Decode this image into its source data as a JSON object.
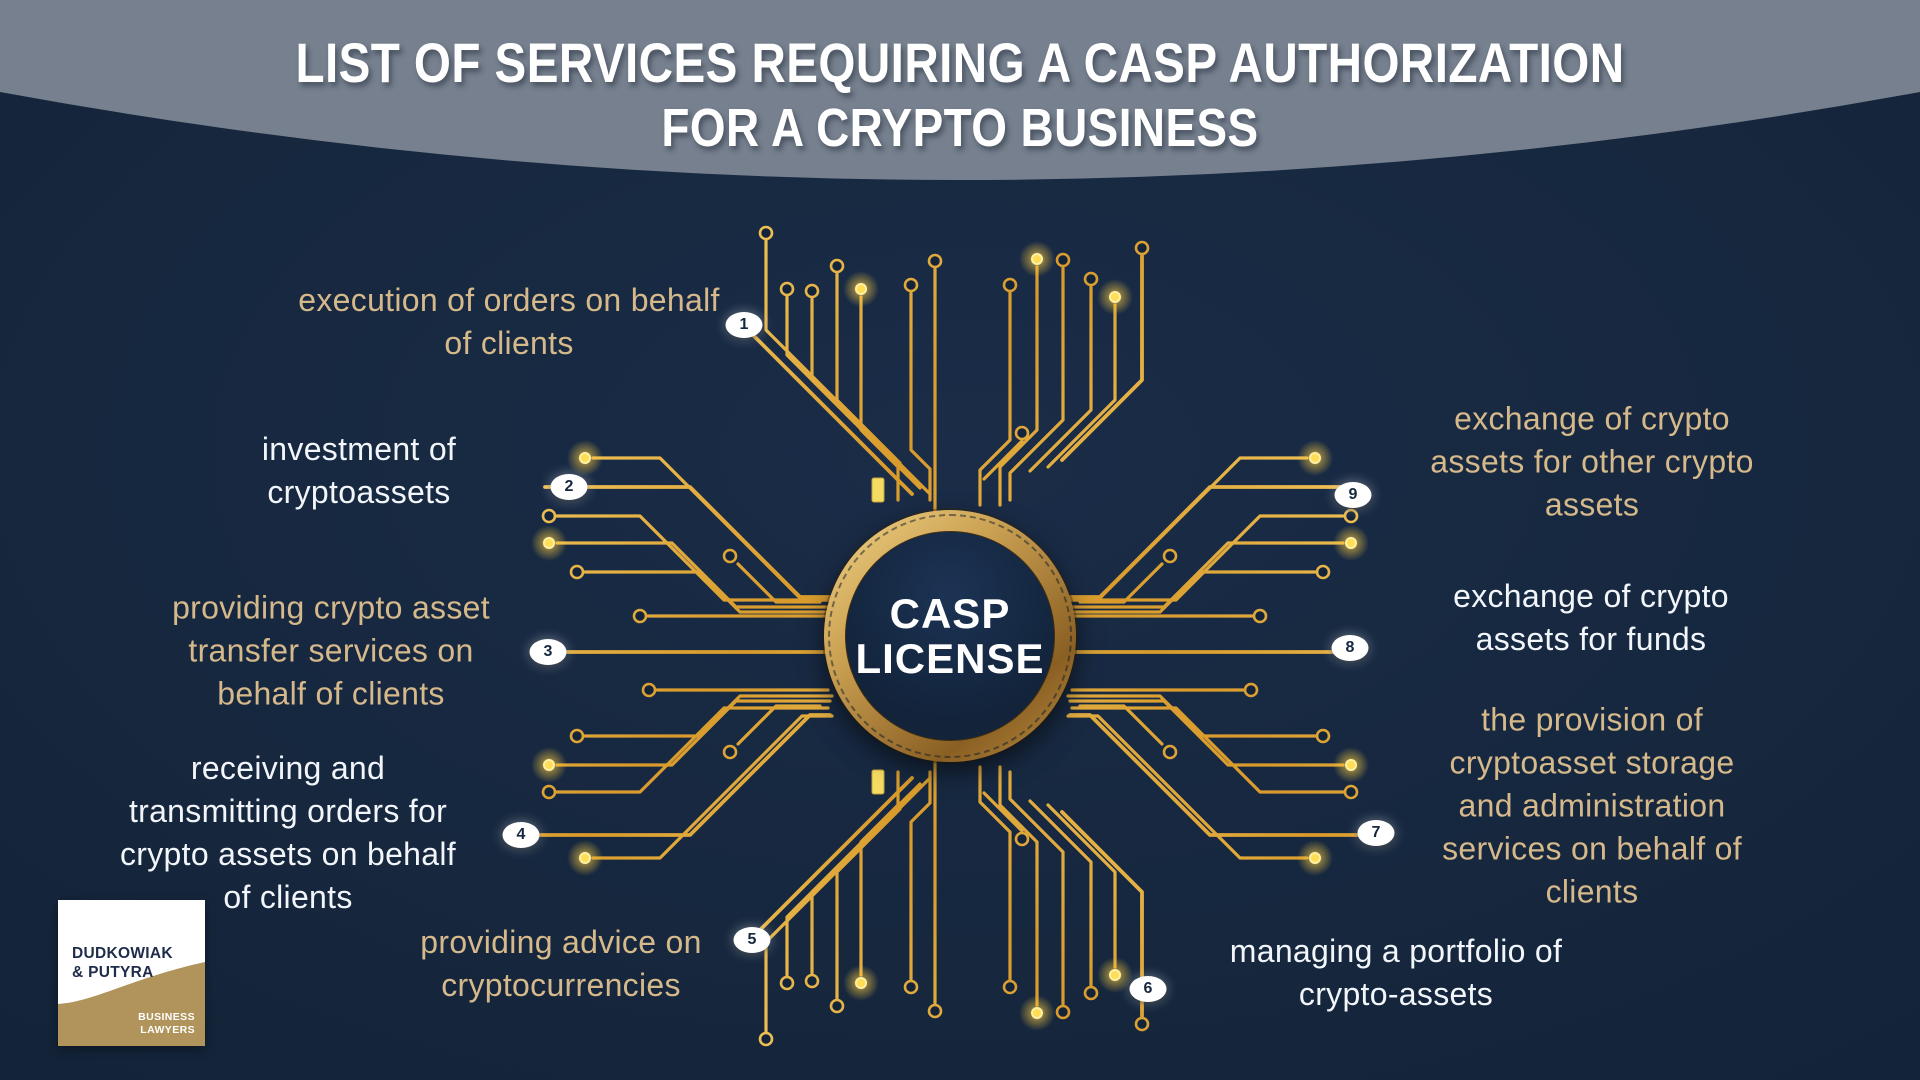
{
  "header": {
    "title_line1": "LIST OF SERVICES REQUIRING A CASP AUTHORIZATION",
    "title_line2": "FOR A CRYPTO BUSINESS"
  },
  "emblem": {
    "line1": "CASP",
    "line2": "LICENSE"
  },
  "services": [
    {
      "number": "1",
      "label": "execution of orders on behalf\nof clients",
      "color": "gold"
    },
    {
      "number": "2",
      "label": "investment of\ncryptoassets",
      "color": "white"
    },
    {
      "number": "3",
      "label": "providing crypto asset\ntransfer services on\nbehalf of clients",
      "color": "gold"
    },
    {
      "number": "4",
      "label": "receiving and\ntransmitting orders for\ncrypto assets on behalf\nof clients",
      "color": "white"
    },
    {
      "number": "5",
      "label": "providing advice on\ncryptocurrencies",
      "color": "gold"
    },
    {
      "number": "6",
      "label": "managing a portfolio of\ncrypto-assets",
      "color": "white"
    },
    {
      "number": "7",
      "label": "the provision of\ncryptoasset storage\nand administration\nservices on behalf of\nclients",
      "color": "gold"
    },
    {
      "number": "8",
      "label": "exchange of crypto\nassets for funds",
      "color": "white"
    },
    {
      "number": "9",
      "label": "exchange of crypto\nassets for other crypto\nassets",
      "color": "gold"
    }
  ],
  "logo": {
    "firm_line1": "DUDKOWIAK",
    "firm_line2": "& PUTYRA",
    "tagline_line1": "BUSINESS",
    "tagline_line2": "LAWYERS"
  },
  "colors": {
    "background": "#15263c",
    "header_band": "#76808e",
    "gold_text": "#d6b98b",
    "white_text": "#f2f6fa",
    "circuit_gold": "#e7b84a",
    "badge_background": "#ffffff",
    "badge_number": "#15273f",
    "logo_gold": "#b0945c",
    "emblem_ring_gold": "#caa052",
    "emblem_inner": "#12233a"
  }
}
